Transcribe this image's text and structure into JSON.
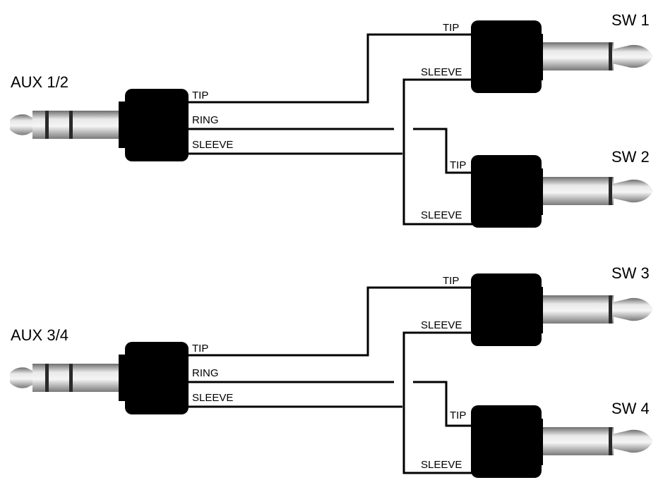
{
  "colors": {
    "background": "#ffffff",
    "wire": "#000000",
    "plug_body": "#000000",
    "metal_light": "#e8e8e8",
    "metal_mid": "#a6a6a6",
    "metal_dark": "#6e6e6e",
    "ring_band": "#2a2a2a"
  },
  "groups": [
    {
      "input_label": "AUX 1/2",
      "input_wires": {
        "tip": "TIP",
        "ring": "RING",
        "sleeve": "SLEEVE"
      },
      "outputs": [
        {
          "label": "SW 1",
          "tip": "TIP",
          "sleeve": "SLEEVE"
        },
        {
          "label": "SW 2",
          "tip": "TIP",
          "sleeve": "SLEEVE"
        }
      ]
    },
    {
      "input_label": "AUX 3/4",
      "input_wires": {
        "tip": "TIP",
        "ring": "RING",
        "sleeve": "SLEEVE"
      },
      "outputs": [
        {
          "label": "SW 3",
          "tip": "TIP",
          "sleeve": "SLEEVE"
        },
        {
          "label": "SW 4",
          "tip": "TIP",
          "sleeve": "SLEEVE"
        }
      ]
    }
  ]
}
